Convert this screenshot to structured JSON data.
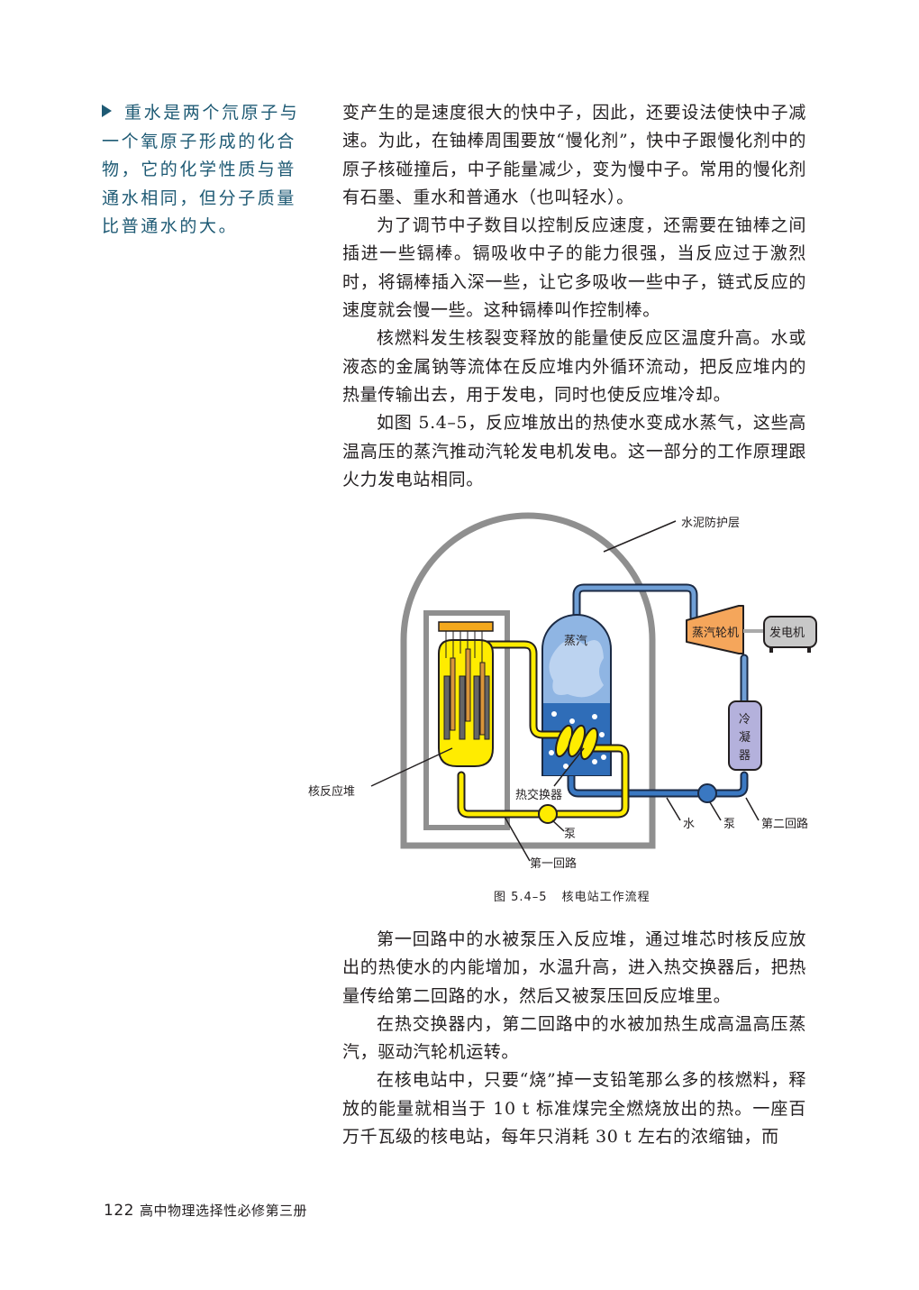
{
  "sidenote": {
    "marker": "triangle-bullet",
    "text": "重水是两个氘原子与一个氧原子形成的化合物，它的化学性质与普通水相同，但分子质量比普通水的大。",
    "color": "#1e5a74"
  },
  "body_before_figure": [
    {
      "indent": false,
      "text": "变产生的是速度很大的快中子，因此，还要设法使快中子减速。为此，在铀棒周围要放“慢化剂”，快中子跟慢化剂中的原子核碰撞后，中子能量减少，变为慢中子。常用的慢化剂有石墨、重水和普通水（也叫轻水）。"
    },
    {
      "indent": true,
      "text": "为了调节中子数目以控制反应速度，还需要在铀棒之间插进一些镉棒。镉吸收中子的能力很强，当反应过于激烈时，将镉棒插入深一些，让它多吸收一些中子，链式反应的速度就会慢一些。这种镉棒叫作控制棒。"
    },
    {
      "indent": true,
      "text": "核燃料发生核裂变释放的能量使反应区温度升高。水或液态的金属钠等流体在反应堆内外循环流动，把反应堆内的热量传输出去，用于发电，同时也使反应堆冷却。"
    },
    {
      "indent": true,
      "text": "如图 5.4–5，反应堆放出的热使水变成水蒸气，这些高温高压的蒸汽推动汽轮发电机发电。这一部分的工作原理跟火力发电站相同。"
    }
  ],
  "figure": {
    "number": "图 5.4–5",
    "title": "核电站工作流程",
    "labels": {
      "concrete_shield": "水泥防护层",
      "steam": "蒸汽",
      "turbine": "蒸汽轮机",
      "generator": "发电机",
      "condenser_1": "冷",
      "condenser_2": "凝",
      "condenser_3": "器",
      "reactor": "核反应堆",
      "heat_exchanger": "热交换器",
      "pump_primary": "泵",
      "water": "水",
      "pump_secondary": "泵",
      "secondary_loop": "第二回路",
      "primary_loop": "第一回路"
    },
    "colors": {
      "shield": "#8f8f8f",
      "primary_loop": "#ffec00",
      "secondary_loop": "#3a78c2",
      "steam_upper": "#8fb5e3",
      "water_lower": "#2f6db8",
      "turbine": "#f5a65b",
      "generator": "#c8c8c8",
      "condenser": "#b4b1dc",
      "control_rod_top": "#f4a81d"
    }
  },
  "body_after_figure": [
    {
      "indent": true,
      "text": "第一回路中的水被泵压入反应堆，通过堆芯时核反应放出的热使水的内能增加，水温升高，进入热交换器后，把热量传给第二回路的水，然后又被泵压回反应堆里。"
    },
    {
      "indent": true,
      "text": "在热交换器内，第二回路中的水被加热生成高温高压蒸汽，驱动汽轮机运转。"
    },
    {
      "indent": true,
      "text": "在核电站中，只要“烧”掉一支铅笔那么多的核燃料，释放的能量就相当于 10 t 标准煤完全燃烧放出的热。一座百万千瓦级的核电站，每年只消耗 30 t 左右的浓缩铀，而"
    }
  ],
  "footer": {
    "page_number": "122",
    "book_title": "高中物理选择性必修第三册"
  }
}
